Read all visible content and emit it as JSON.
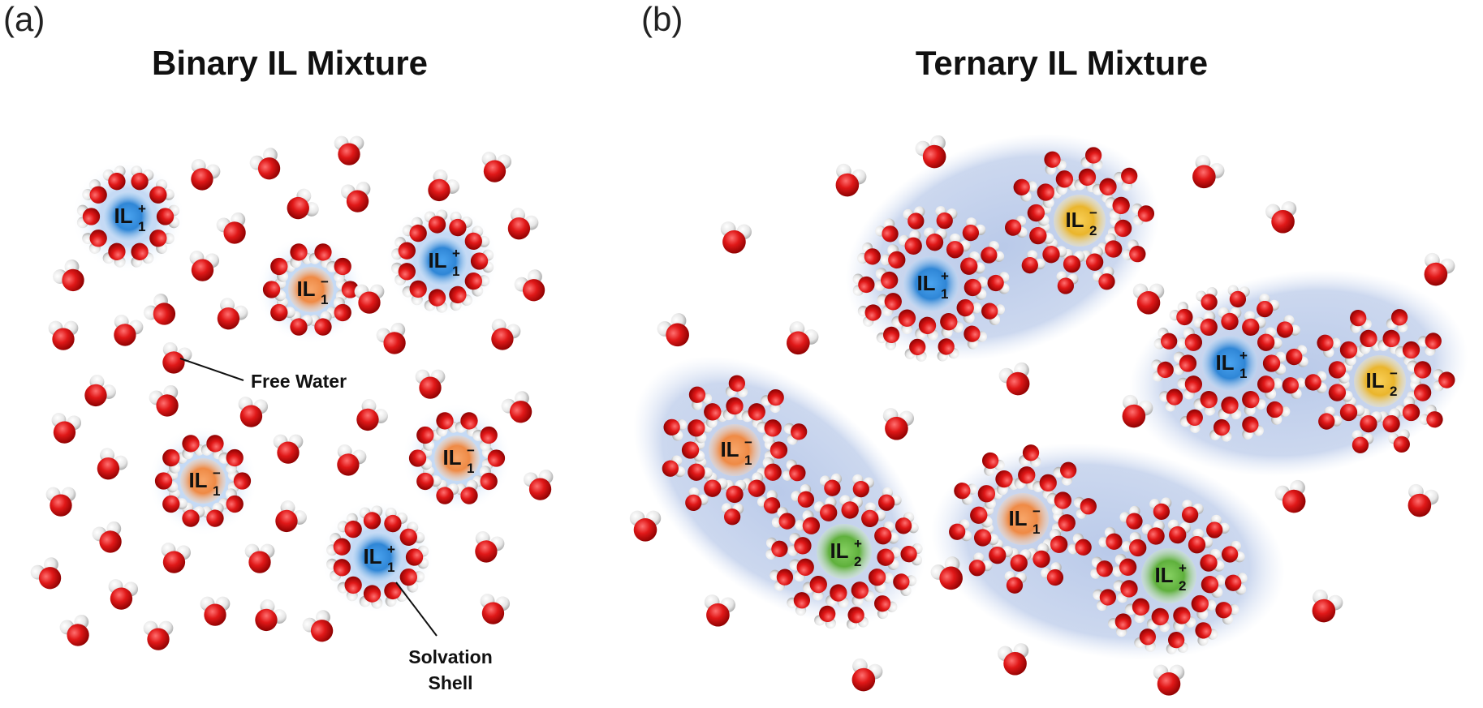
{
  "panels": [
    {
      "label": "(a)",
      "title": "Binary IL Mixture"
    },
    {
      "label": "(b)",
      "title": "Ternary IL Mixture"
    }
  ],
  "annotations": {
    "free_water": "Free Water",
    "solvation_shell_line1": "Solvation",
    "solvation_shell_line2": "Shell"
  },
  "ions": {
    "base": "IL",
    "cation1": {
      "sub": "1",
      "sup": "+"
    },
    "anion1": {
      "sub": "1",
      "sup": "−"
    },
    "cation2": {
      "sub": "2",
      "sup": "+"
    },
    "anion2": {
      "sub": "2",
      "sup": "−"
    }
  },
  "colors": {
    "cation1": "#3a8fd8",
    "anion1": "#f0914f",
    "cation2": "#6cbf4a",
    "anion2": "#f2c23c",
    "oxygen": "#d61a1a",
    "hydrogen": "#f4f4f4",
    "cluster_halo": "#b9c9e8"
  }
}
